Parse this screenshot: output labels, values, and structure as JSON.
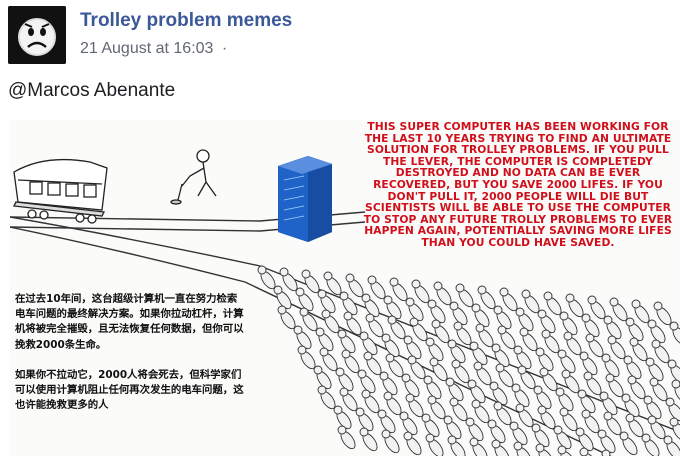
{
  "post": {
    "group_name": "Trolley problem memes",
    "timestamp": "21 August at 16:03",
    "privacy_separator": "·",
    "mention": "@Marcos Abenante"
  },
  "meme": {
    "english_caption": "THIS SUPER COMPUTER HAS BEEN WORKING FOR THE LAST 10 YEARS TRYING TO FIND AN ULTIMATE SOLUTION FOR TROLLEY PROBLEMS. IF YOU PULL THE LEVER, THE COMPUTER IS COMPLETEDY DESTROYED AND NO DATA CAN BE EVER RECOVERED, BUT YOU SAVE 2000 LIFES. IF YOU DON'T PULL IT, 2000 PEOPLE WILL DIE BUT SCIENTISTS WILL BE ABLE TO USE THE COMPUTER TO STOP ANY FUTURE TROLLY PROBLEMS TO EVER HAPPEN AGAIN, POTENTIALLY SAVING MORE LIFES THAN YOU COULD HAVE SAVED.",
    "chinese_caption_1": "在过去10年间，这台超级计算机一直在努力检索电车问题的最终解决方案。如果你拉动杠杆，计算机将被完全摧毁，且无法恢复任何数据，但你可以挽救2000条生命。",
    "chinese_caption_2": "如果你不拉动它，2000人将会死去，但科学家们可以使用计算机阻止任何再次发生的电车问题，这也许能挽救更多的人",
    "colors": {
      "caption_red": "#d10f1b",
      "server_blue": "#1f63c9",
      "link_blue": "#3b5998"
    }
  }
}
